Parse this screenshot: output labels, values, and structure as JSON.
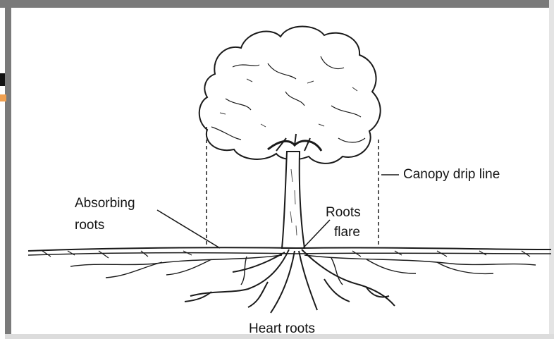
{
  "diagram": {
    "labels": {
      "canopy_drip_line": "Canopy drip line",
      "absorbing_roots_line1": "Absorbing",
      "absorbing_roots_line2": "roots",
      "roots_flare_line1": "Roots",
      "roots_flare_line2": "flare",
      "heart_roots": "Heart roots"
    },
    "colors": {
      "frame": "#7a7a7a",
      "ink": "#141414",
      "accent": "#f0a050"
    }
  }
}
